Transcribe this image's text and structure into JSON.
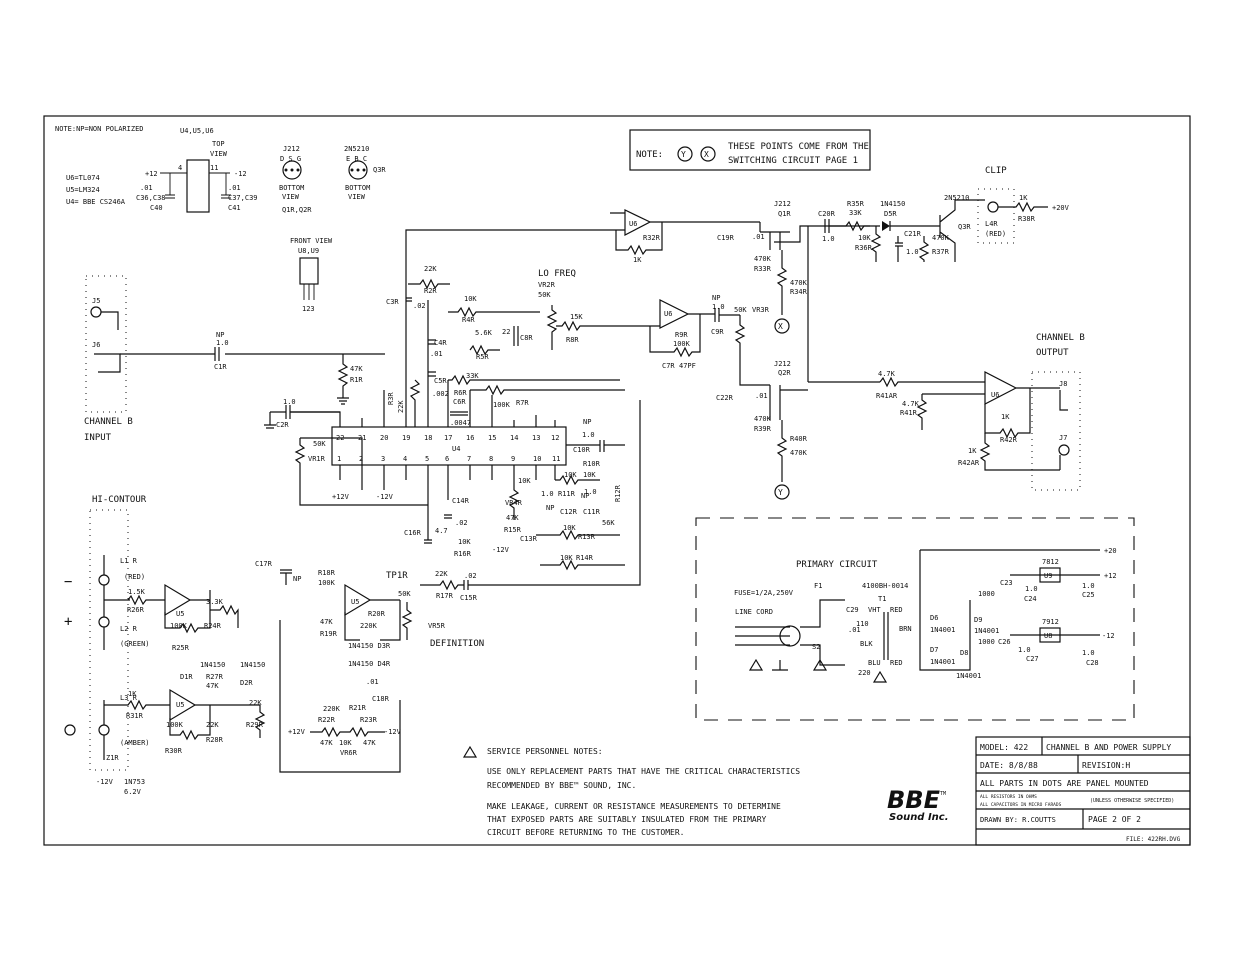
{
  "header_notes": {
    "nonpolar": "NOTE:NP=NON POLARIZED",
    "u6": "U6=TL074",
    "u5": "U5=LM324",
    "u4": "U4= BBE CS246A",
    "u4u5u6": "U4,U5,U6",
    "top_view": "TOP",
    "top_view2": "VIEW",
    "caps1": ".01",
    "caps1b": "C36,C38",
    "caps1c": "C40",
    "caps2": ".01",
    "caps2b": "C37,C39",
    "caps2c": "C41",
    "plus12": "+12",
    "minus12": "-12",
    "pin4": "4",
    "pin11": "11"
  },
  "transistor_keys": {
    "j212": "J212",
    "dsg": "D S G",
    "bottom1": "BOTTOM",
    "view1": "VIEW",
    "q1r": "Q1R,Q2R",
    "n5210": "2N5210",
    "ebc": "E B C",
    "bottom2": "BOTTOM",
    "view2": "VIEW",
    "q3r": "Q3R",
    "front": "FRONT VIEW",
    "u8u9": "U8,U9",
    "pins123": "123"
  },
  "note_box": {
    "label": "NOTE:",
    "y": "Y",
    "x": "X",
    "line1": "THESE POINTS COME FROM THE",
    "line2": "SWITCHING CIRCUIT PAGE 1"
  },
  "sections": {
    "clip": "CLIP",
    "lo_freq": "LO FREQ",
    "channel_b_input": "CHANNEL B",
    "input": "INPUT",
    "channel_b_output": "CHANNEL B",
    "output": "OUTPUT",
    "hi_contour": "HI-CONTOUR",
    "definition": "DEFINITION",
    "primary_circuit": "PRIMARY CIRCUIT"
  },
  "labels": {
    "J5": "J5",
    "J6": "J6",
    "J7": "J7",
    "J8": "J8",
    "np1": "NP",
    "c1r_val": "1.0",
    "c1r": "C1R",
    "r1r": "47K",
    "r1r_n": "R1R",
    "c2r_val": "1.0",
    "c2r": "C2R",
    "vr1r_val": "50K",
    "vr1r": "VR1R",
    "c3r": "C3R",
    "c3r_val": ".02",
    "r2r_val": "22K",
    "r2r": "R2R",
    "r3r": "R3R",
    "r3r_val": "22K",
    "c4r": "C4R",
    "c4r_val": ".01",
    "c5r": "C5R",
    "c5r_val": ".002",
    "r4r_val": "10K",
    "r4r": "R4R",
    "r5r_val": "5.6K",
    "r5r": "R5R",
    "r6r_val": "33K",
    "r6r": "R6R",
    "r7r_val": "100K",
    "r7r": "R7R",
    "c6r": "C6R",
    "c6r_val": ".0047",
    "vr2r": "VR2R",
    "vr2r_val": "50K",
    "c8r_val": "22",
    "c8r": "C8R",
    "r8r_val": "15K",
    "r8r": "R8R",
    "u6a": "U6",
    "r32r": "R32R",
    "r32r_val": "1K",
    "u6b": "U6",
    "r9r": "R9R",
    "r9r_val": "100K",
    "c7r": "C7R",
    "c7r_val": "47PF",
    "np_c9": "NP",
    "c9r_val": "1.0",
    "c9r": "C9R",
    "vr3r": "VR3R",
    "vr3r_val": "50K",
    "j212_q1": "J212",
    "q1r": "Q1R",
    "j212_q2": "J212",
    "q2r": "Q2R",
    "c19r": "C19R",
    "c19r_val": ".01",
    "r33r_val": "470K",
    "r33r": "R33R",
    "r34r_val": "470K",
    "r34r": "R34R",
    "c22r": "C22R",
    "c22r_val": ".01",
    "r39r_val": "470K",
    "r39r": "R39R",
    "r40r": "R40R",
    "r40r_val": "470K",
    "c20r": "C20R",
    "c20r_val": "1.0",
    "r35r": "R35R",
    "r35r_val": "33K",
    "d5r": "1N4150",
    "d5r_n": "D5R",
    "r36r_val": "10K",
    "r36r": "R36R",
    "c21r": "C21R",
    "c21r_val": "1.0",
    "r37r_val": "470K",
    "r37r": "R37R",
    "q3r_t": "2N5210",
    "q3r": "Q3R",
    "l4r": "L4R",
    "l4r_c": "(RED)",
    "r38r_val": "1K",
    "r38r": "R38R",
    "plus20": "+20V",
    "r41ar_val": "4.7K",
    "r41ar": "R41AR",
    "r41r_val": "4.7K",
    "r41r": "R41R",
    "u6c": "U6",
    "r42r_val": "1K",
    "r42r": "R42R",
    "r42ar_val": "1K",
    "r42ar": "R42AR",
    "u4": "U4",
    "c10r": "C10R",
    "c10r_val": "1.0",
    "np_c10": "NP",
    "r10r": "R10R",
    "r10r_val": "10K",
    "r11r": "R11R",
    "r11r_val": "10K",
    "c11r": "C11R",
    "np_c11": "NP",
    "c11r_val": "1.0",
    "r12r": "R12R",
    "r12r_val": "56K",
    "vr4r": "VR4R",
    "vr4r_val": "10K",
    "r15r_val": "47K",
    "r15r": "R15R",
    "c12r": "C12R",
    "c12r_val": "1.0",
    "np_c12": "NP",
    "c13r": "C13R",
    "r13r": "R13R",
    "r13r_val": "10K",
    "r14r": "R14R",
    "r14r_val": "10K",
    "c14r": "C14R",
    "c14r_val": ".02",
    "c16r": "C16R",
    "c16r_val": "4.7",
    "r16r": "R16R",
    "r16r_val": "10K",
    "r17r": "R17R",
    "r17r_val": "22K",
    "c15r": "C15R",
    "c15r_val": ".02",
    "minus12v": "-12V",
    "plus12v": "+12V",
    "minus12v2": "-12V",
    "c17r": "C17R",
    "np_c17": "NP",
    "r18r": "R18R",
    "r18r_val": "100K",
    "r19r": "R19R",
    "r19r_val": "47K",
    "r20r": "R20R",
    "r20r_val": "220K",
    "u5a": "U5",
    "tp1r": "TP1R",
    "vr5r_val": "50K",
    "vr5r": "VR5R",
    "d3r": "1N4150 D3R",
    "d4r": "1N4150 D4R",
    "c18r": "C18R",
    "c18r_val": ".01",
    "r21r": "R21R",
    "r21r_val": "220K",
    "r22r": "R22R",
    "r23r": "R23R",
    "r22r_val": "47K",
    "vr6r_val": "10K",
    "r23r_val": "47K",
    "vr6r": "VR6R",
    "plus12v_b": "+12V",
    "minus12v_b": "-12V",
    "l1r": "L1 R",
    "l1r_c": "(RED)",
    "l2r": "L2 R",
    "l2r_c": "(GREEN)",
    "r26r_val": "1.5K",
    "r26r": "R26R",
    "u5b": "U5",
    "r24r_val": "3.3K",
    "r24r": "R24R",
    "r25r_val": "100K",
    "r25r": "R25R",
    "d1r": "1N4150",
    "d1r_n": "D1R",
    "d2r": "1N4150",
    "d2r_n": "D2R",
    "r27r": "R27R",
    "r27r_val": "47K",
    "l3r": "L3 R",
    "l3r_c": "(AMBER)",
    "r31r_val": "1K",
    "r31r": "R31R",
    "u5c": "U5",
    "r30r_val": "100K",
    "r30r": "R30R",
    "r28r_val": "22K",
    "r28r": "R28R",
    "r29r_val": "22K",
    "r29r": "R29R",
    "z1r": "Z1R",
    "z1r_val": "1N753",
    "z1r_v": "6.2V",
    "minus12_z": "-12V",
    "fuse": "FUSE=1/2A,250V",
    "f1": "F1",
    "line_cord": "LINE CORD",
    "s2": "S2",
    "c29": "C29",
    "c29_val": ".01",
    "t1": "T1",
    "t1_pn": "4100BH-0014",
    "v110": "110",
    "v220": "220",
    "vht": "VHT",
    "red1": "RED",
    "blk": "BLK",
    "blu": "BLU",
    "red2": "RED",
    "brn": "BRN",
    "d6": "D6",
    "d7": "D7",
    "d8": "D8",
    "d9": "D9",
    "in4001a": "1N4001",
    "in4001b": "1N4001",
    "in4001c": "1N4001",
    "in4001d": "1N4001",
    "u9": "U9",
    "u9_t": "7812",
    "u8": "U8",
    "u8_t": "7912",
    "c23": "C23",
    "c23_val": "1000",
    "c24": "C24",
    "c24_val": "1.0",
    "c25": "C25",
    "c25_val": "1.0",
    "c26": "C26",
    "c26_val": "1000",
    "c27": "C27",
    "c27_val": "1.0",
    "c28": "C28",
    "c28_val": "1.0",
    "out20": "+20",
    "out12": "+12",
    "outm12": "-12"
  },
  "service_notes": {
    "title": "SERVICE PERSONNEL NOTES:",
    "p1a": "USE ONLY REPLACEMENT PARTS THAT HAVE THE CRITICAL CHARACTERISTICS",
    "p1b": "RECOMMENDED BY BBE™ SOUND, INC.",
    "p2a": "MAKE LEAKAGE, CURRENT OR RESISTANCE MEASUREMENTS TO DETERMINE",
    "p2b": "THAT EXPOSED PARTS ARE SUITABLY INSULATED FROM THE PRIMARY",
    "p2c": "CIRCUIT BEFORE RETURNING TO THE CUSTOMER."
  },
  "logo": {
    "mark": "BBE",
    "tm": "TM",
    "sub": "Sound Inc."
  },
  "title_block": {
    "model": "MODEL: 422",
    "title": "CHANNEL B AND POWER SUPPLY",
    "date": "DATE: 8/8/88",
    "revision": "REVISION:H",
    "panel": "ALL PARTS IN DOTS ARE PANEL MOUNTED",
    "res_note": "ALL RESISTORS IN OHMS",
    "cap_note": "ALL CAPACITORS IN MICRO FARADS",
    "unless": "(UNLESS OTHERWISE SPECIFIED)",
    "drawn": "DRAWN BY: R.COUTTS",
    "page": "PAGE 2 OF 2",
    "file": "FILE: 422RH.DVG"
  },
  "pin_numbers": {
    "u4_top": [
      "22",
      "21",
      "20",
      "19",
      "18",
      "17",
      "16",
      "15",
      "14",
      "13",
      "12"
    ],
    "u4_bot": [
      "1",
      "2",
      "3",
      "4",
      "5",
      "6",
      "7",
      "8",
      "9",
      "10",
      "11"
    ]
  }
}
